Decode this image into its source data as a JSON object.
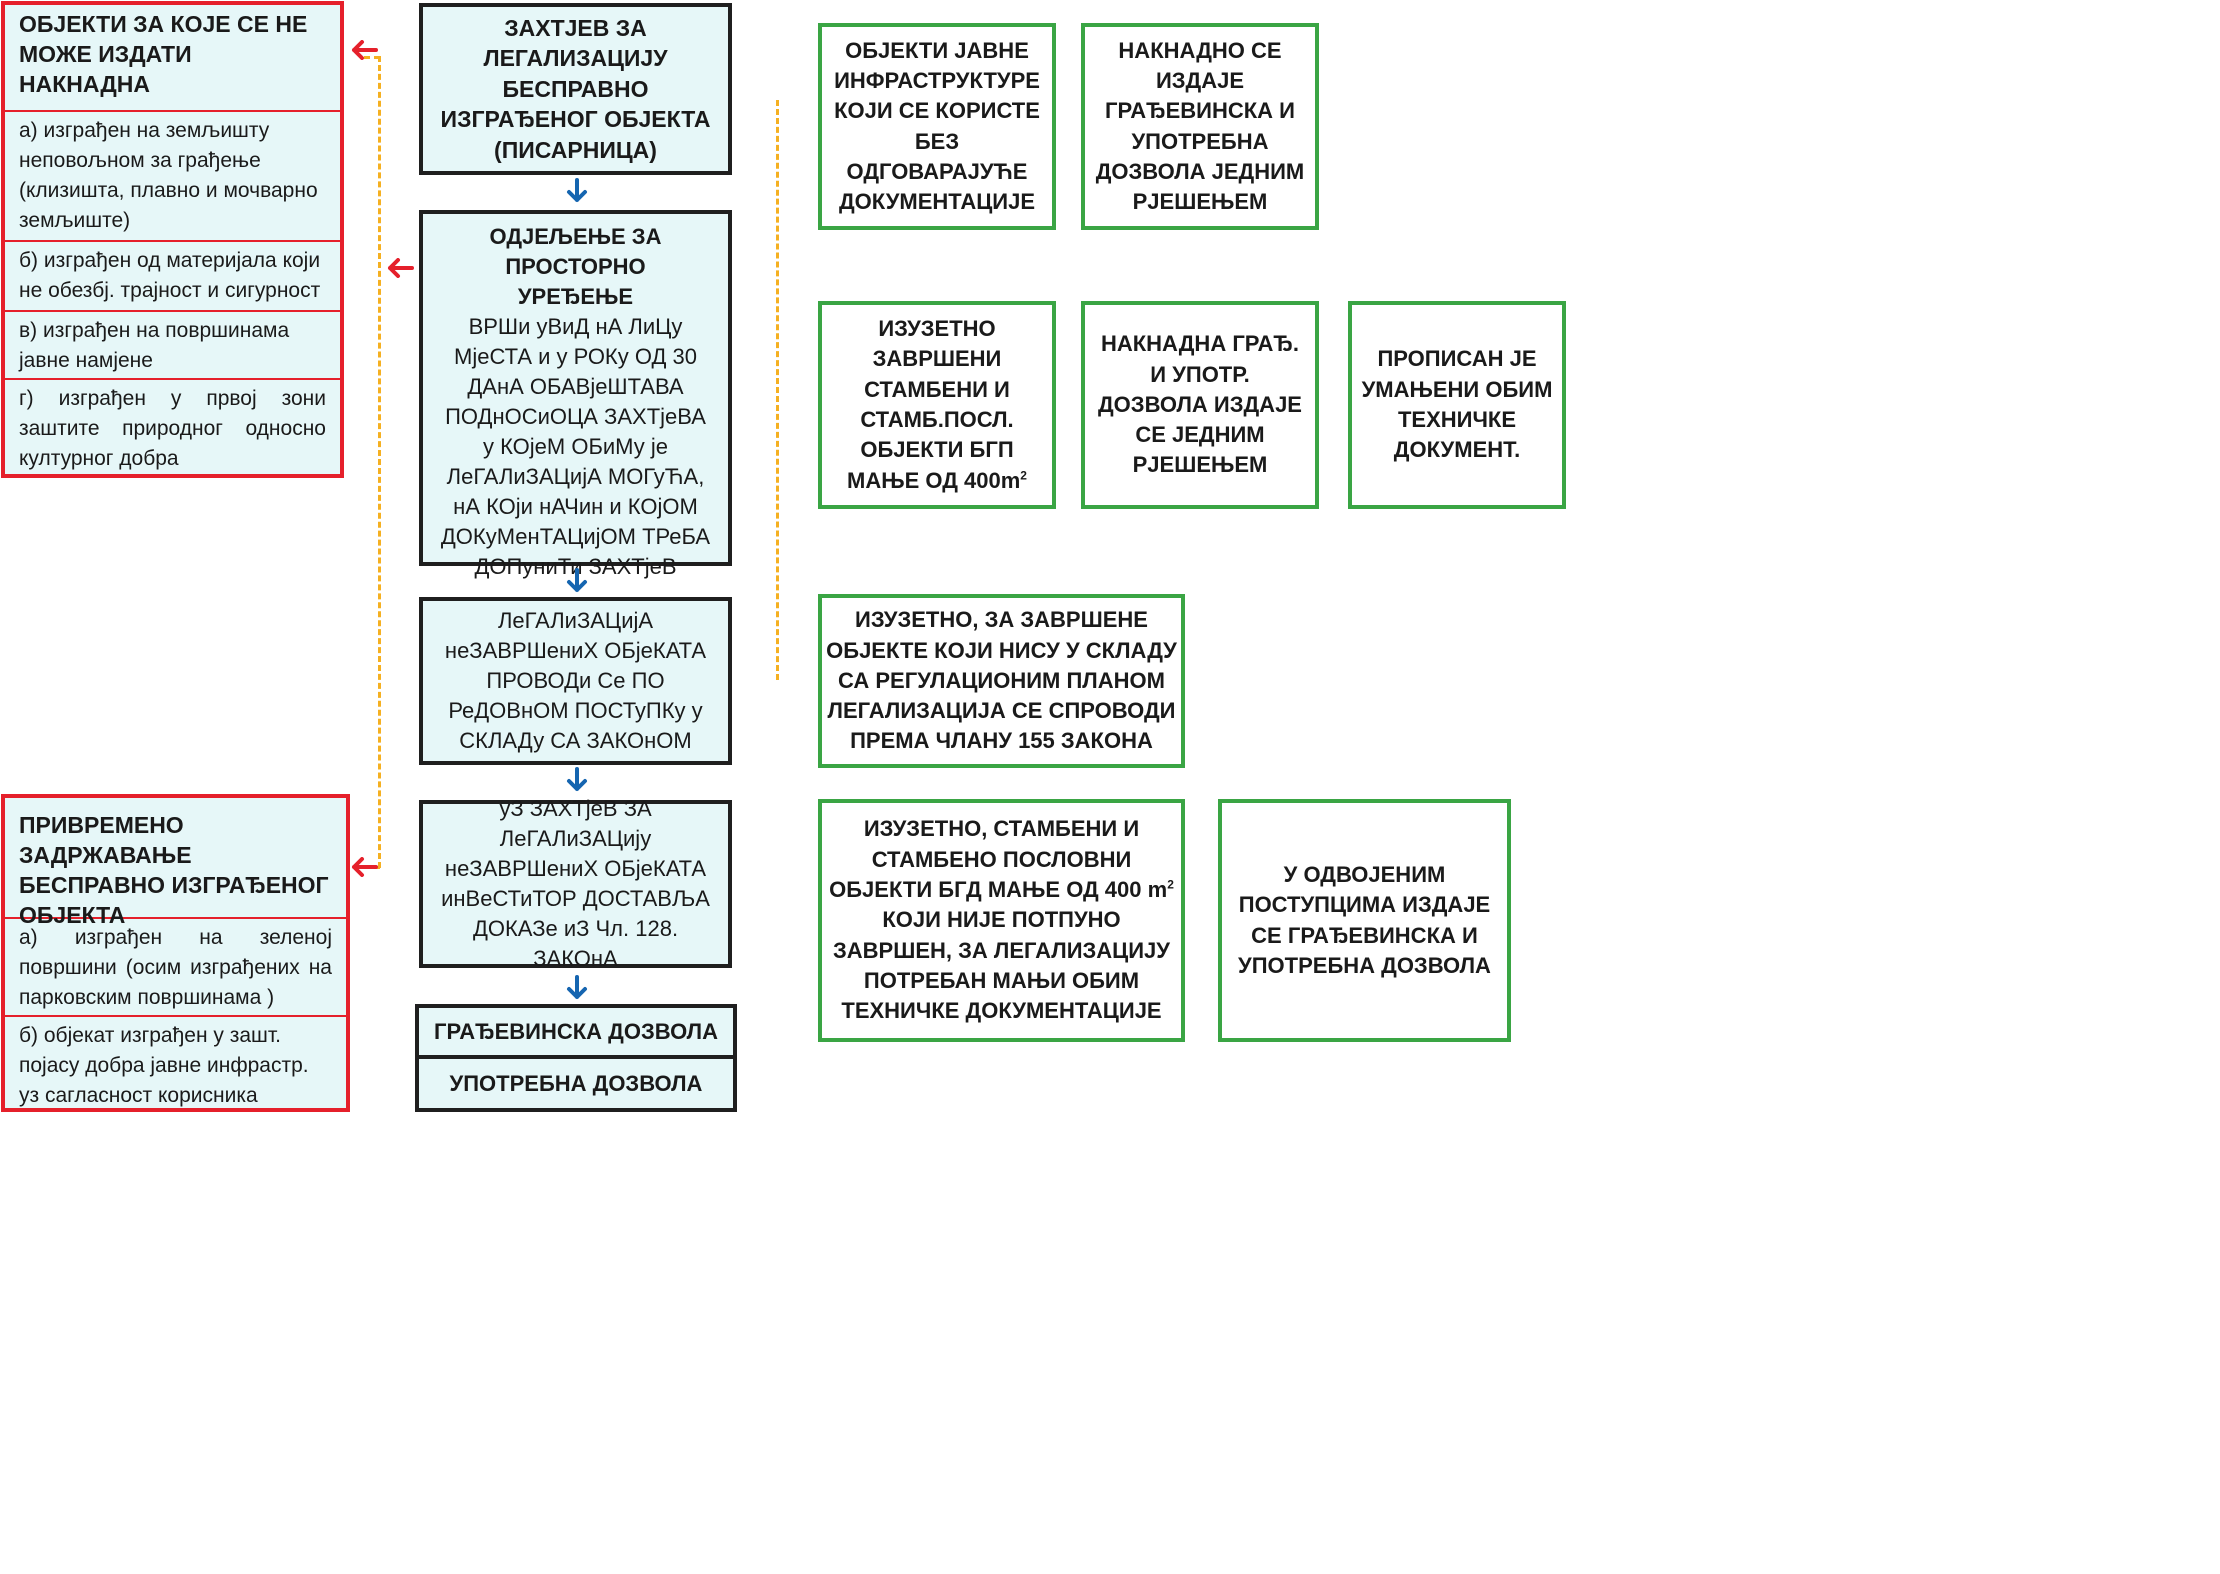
{
  "left": {
    "box1": {
      "title": "ОБЈЕКТИ ЗА КОЈЕ СЕ НЕ МОЖЕ ИЗДАТИ НАКНАДНА",
      "items": [
        "а) изграђен на земљишту неповољном за грађење (клизишта, плавно и мочварно земљиште)",
        "б) изграђен од материјала који не обезбј. трајност и сигурност",
        "в) изграђен на површинама јавне намјене",
        "г) изграђен у првој зони заштите природног односно културног добра"
      ]
    },
    "box2": {
      "title": "ПРИВРЕМЕНО ЗАДРЖАВАЊЕ БЕСПРАВНО ИЗГРАЂЕНОГ ОБЈЕКТА",
      "items": [
        "а) изграђен на зеленој површини (осим изграђених на парковским површинама )",
        "б) објекат изграђен у зашт. појасу добра јавне инфрастр. уз сагласност корисника"
      ]
    }
  },
  "center": {
    "step1": "ЗАХТЈЕВ ЗА ЛЕГАЛИЗАЦИЈУ БЕСПРАВНО ИЗГРАЂЕНОГ ОБЈЕКТА (ПИСАРНИЦА)",
    "step2_title": "ОДЈЕЉЕЊЕ ЗА ПРОСТОРНО УРЕЂЕЊЕ",
    "step2_body": "ВРШи уВиД нА ЛиЦу МјеСТА и у РОКу ОД 30 ДАнА ОБАВјеШТАВА ПОДнОСиОЦА ЗАХТјеВА у КОјеМ ОБиМу је ЛеГАЛиЗАЦијА МОГуЋА, нА КОји нАЧин и КОјОМ ДОКуМенТАЦијОМ ТРеБА ДОПуниТи ЗАХТјеВ",
    "step3": "ЛеГАЛиЗАЦијА неЗАВРШениХ ОБјеКАТА ПРОВОДи Се ПО РеДОВнОМ ПОСТуПКу у СКЛАДу СА ЗАКОнОМ",
    "step4": "уЗ ЗАХТјеВ ЗА ЛеГАЛиЗАЦију неЗАВРШениХ ОБјеКАТА инВеСТиТОР ДОСТАВЉА ДОКАЗе иЗ Чл. 128. ЗАКОнА",
    "permit1": "ГРАЂЕВИНСКА ДОЗВОЛА",
    "permit2": "УПОТРЕБНА ДОЗВОЛА"
  },
  "right": {
    "g1": "ОБЈЕКТИ ЈАВНЕ ИНФРАСТРУКТУРЕ КОЈИ СЕ КОРИСТЕ БЕЗ ОДГОВАРАЈУЋЕ ДОКУМЕНТАЦИЈЕ",
    "g2": "НАКНАДНО СЕ ИЗДАЈЕ ГРАЂЕВИНСКА И УПОТРЕБНА ДОЗВОЛА ЈЕДНИМ РЈЕШЕЊЕМ",
    "g3_main": "ИЗУЗЕТНО ЗАВРШЕНИ СТАМБЕНИ И СТАМБ.ПОСЛ. ОБЈЕКТИ БГП МАЊЕ ОД 400m",
    "g3_sup": "2",
    "g4": "НАКНАДНА ГРАЂ. И УПОТР. ДОЗВОЛА ИЗДАЈЕ СЕ ЈЕДНИМ РЈЕШЕЊЕМ",
    "g5": "ПРОПИСАН ЈЕ УМАЊЕНИ ОБИМ ТЕХНИЧКЕ ДОКУМЕНТ.",
    "g6": "ИЗУЗЕТНО, ЗА ЗАВРШЕНЕ ОБЈЕКТЕ КОЈИ НИСУ У СКЛАДУ СА РЕГУЛАЦИОНИМ ПЛАНОМ ЛЕГАЛИЗАЦИЈА СЕ СПРОВОДИ ПРЕМА ЧЛАНУ 155 ЗАКОНА",
    "g7_a": "ИЗУЗЕТНО, СТАМБЕНИ И СТАМБЕНО ПОСЛОВНИ ОБЈЕКТИ БГД МАЊЕ ОД 400 m",
    "g7_sup": "2",
    "g7_b": "КОЈИ НИЈЕ ПОТПУНО ЗАВРШЕН, ЗА ЛЕГАЛИЗАЦИЈУ ПОТРЕБАН МАЊИ ОБИМ ТЕХНИЧКЕ ДОКУМЕНТАЦИЈЕ",
    "g8": "У ОДВОЈЕНИМ ПОСТУПЦИМА ИЗДАЈЕ СЕ ГРАЂЕВИНСКА И УПОТРЕБНА ДОЗВОЛА"
  },
  "colors": {
    "red": "#e5202b",
    "green": "#3aa544",
    "dark": "#1f1f1f",
    "fill": "#e6f7f8",
    "arrow_blue": "#1565b0",
    "dash_orange": "#f5b021"
  },
  "icons": [
    "arrow-down-icon",
    "arrow-left-icon"
  ]
}
